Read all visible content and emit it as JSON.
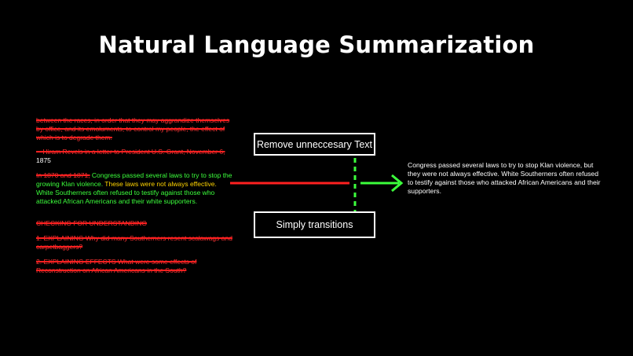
{
  "title": "Natural Language Summarization",
  "source": {
    "para1": "between the races, in order that they may aggrandize themselves by office, and its emoluments, to control my people, the effect of which is to degrade them.",
    "para2_struck": "—Hiram Revels in a letter to President U.S. Grant, November 6,",
    "para2_year": "1875",
    "para3_struck": "In 1870 and 1871,",
    "para3_green1": "Congress passed several laws to try to stop the growing Klan violence.",
    "para3_yellow": "These laws were not always effective.",
    "para3_green2": "White Southerners often refused to testify against those who attacked African Americans and their white supporters.",
    "check": "CHECKING FOR UNDERSTANDING",
    "q1": "1. EXPLAINING Why did many Southerners resent scalawags and carpetbaggers?",
    "q2": "2. EXPLAINING EFFECTS What were some effects of Reconstruction on African Americans in the South?"
  },
  "steps": {
    "remove": "Remove unneccesary Text",
    "transitions": "Simply transitions"
  },
  "result": "Congress passed several laws to try to stop Klan violence, but they were not always effective. White Southerners often refused to testify against those who attacked African Americans and their supporters.",
  "colors": {
    "removed": "#ff2020",
    "kept": "#3cff3c",
    "modified": "#ffd400",
    "background": "#000000"
  }
}
